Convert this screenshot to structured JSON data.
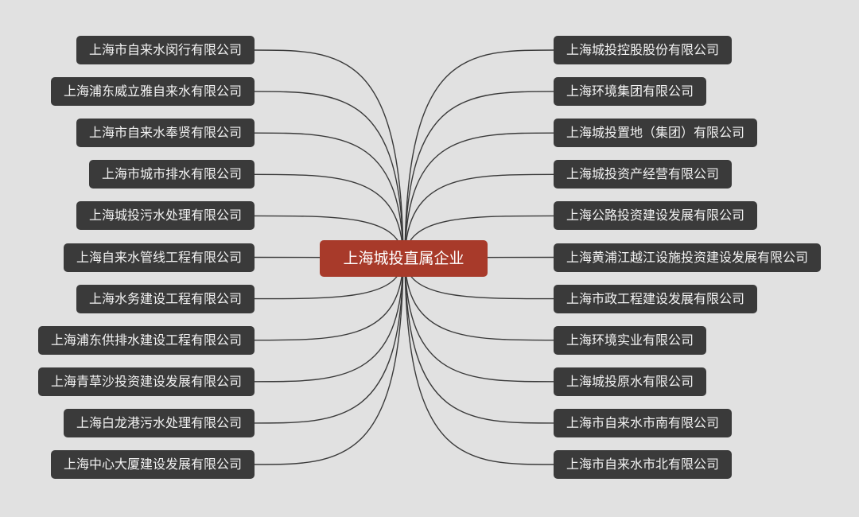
{
  "colors": {
    "background": "#e1e1e1",
    "node": "#3a3a3a",
    "root": "#a83a2a",
    "link": "#3a3a3a"
  },
  "root": {
    "label": "上海城投直属企业"
  },
  "left_children": [
    "上海市自来水闵行有限公司",
    "上海浦东威立雅自来水有限公司",
    "上海市自来水奉贤有限公司",
    "上海市城市排水有限公司",
    "上海城投污水处理有限公司",
    "上海自来水管线工程有限公司",
    "上海水务建设工程有限公司",
    "上海浦东供排水建设工程有限公司",
    "上海青草沙投资建设发展有限公司",
    "上海白龙港污水处理有限公司",
    "上海中心大厦建设发展有限公司"
  ],
  "right_children": [
    "上海城投控股股份有限公司",
    "上海环境集团有限公司",
    "上海城投置地（集团）有限公司",
    "上海城投资产经营有限公司",
    "上海公路投资建设发展有限公司",
    "上海黄浦江越江设施投资建设发展有限公司",
    "上海市政工程建设发展有限公司",
    "上海环境实业有限公司",
    "上海城投原水有限公司",
    "上海市自来水市南有限公司",
    "上海市自来水市北有限公司"
  ]
}
